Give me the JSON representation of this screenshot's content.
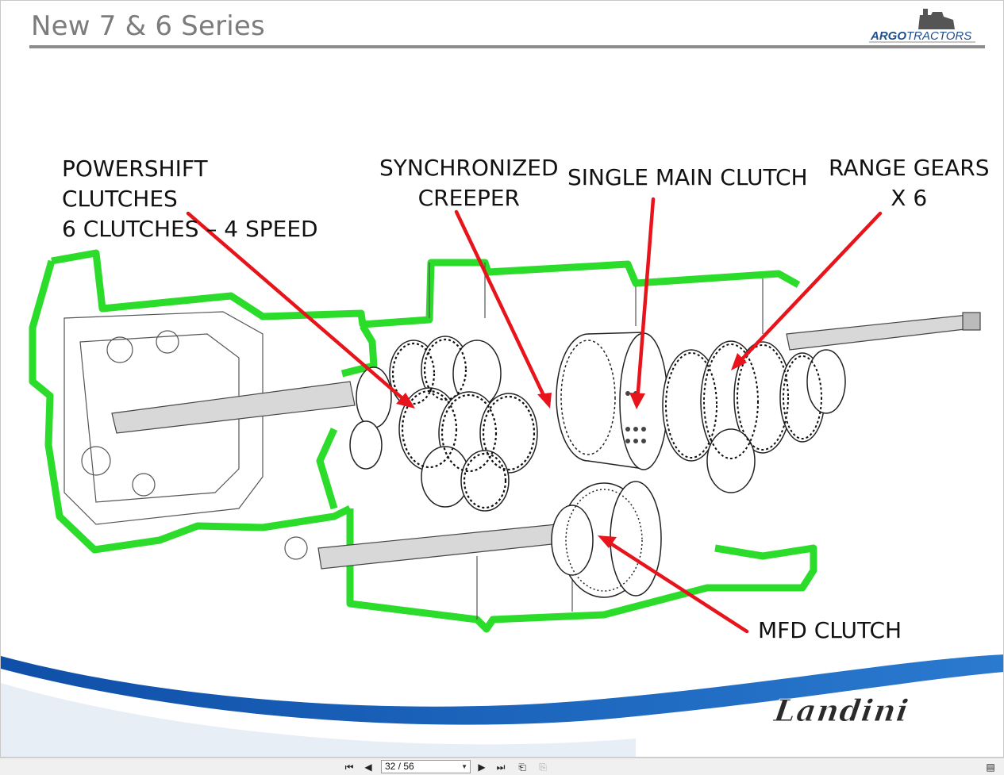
{
  "slide": {
    "title": "New 7 & 6 Series",
    "brand_top": {
      "part1": "ARGO",
      "part2": "TRACTORS"
    },
    "brand_bottom": "Landini",
    "callouts": {
      "powershift": "POWERSHIFT\nCLUTCHES\n6 CLUTCHES – 4 SPEED",
      "creeper": "SYNCHRONIZED\nCREEPER",
      "main_clutch": "SINGLE MAIN CLUTCH",
      "range": "RANGE GEARS\nX 6",
      "mfd": "MFD CLUTCH"
    },
    "colors": {
      "housing_green": "#2bdc2b",
      "arrow_red": "#e8141c",
      "wave_blue": "#1b62b4"
    }
  },
  "viewer": {
    "page_indicator": "32 / 56",
    "icons": [
      "first-page-icon",
      "previous-page-icon",
      "next-page-icon",
      "last-page-icon",
      "previous-view-icon",
      "next-view-icon",
      "sidebar-toggle-icon"
    ]
  }
}
